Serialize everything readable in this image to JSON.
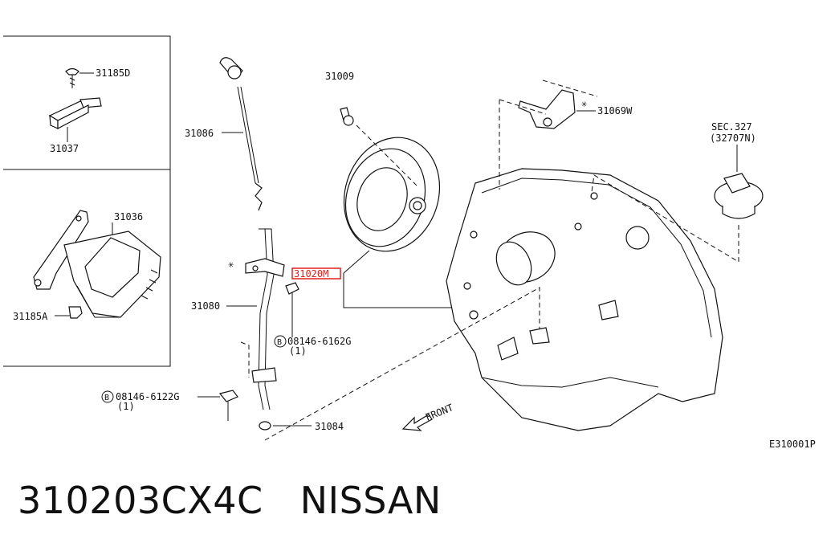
{
  "labels": {
    "p31185D": "31185D",
    "p31037": "31037",
    "p31036": "31036",
    "p31185A": "31185A",
    "p31086": "31086",
    "p31080": "31080",
    "p31009": "31009",
    "p31020M": "31020M",
    "p31069W": "31069W",
    "sec327": "SEC.327",
    "sec327_sub": "(32707N)",
    "bolt1_code": "08146-6162G",
    "bolt1_qty": "(1)",
    "bolt2_code": "08146-6122G",
    "bolt2_qty": "(1)",
    "p31084": "31084",
    "front": "FRONT",
    "diagram_id": "E310001P",
    "circled_b": "B",
    "star": "✳"
  },
  "highlight_color": "#e0201c",
  "caption": {
    "part_number": "310203CX4C",
    "brand": "NISSAN"
  }
}
